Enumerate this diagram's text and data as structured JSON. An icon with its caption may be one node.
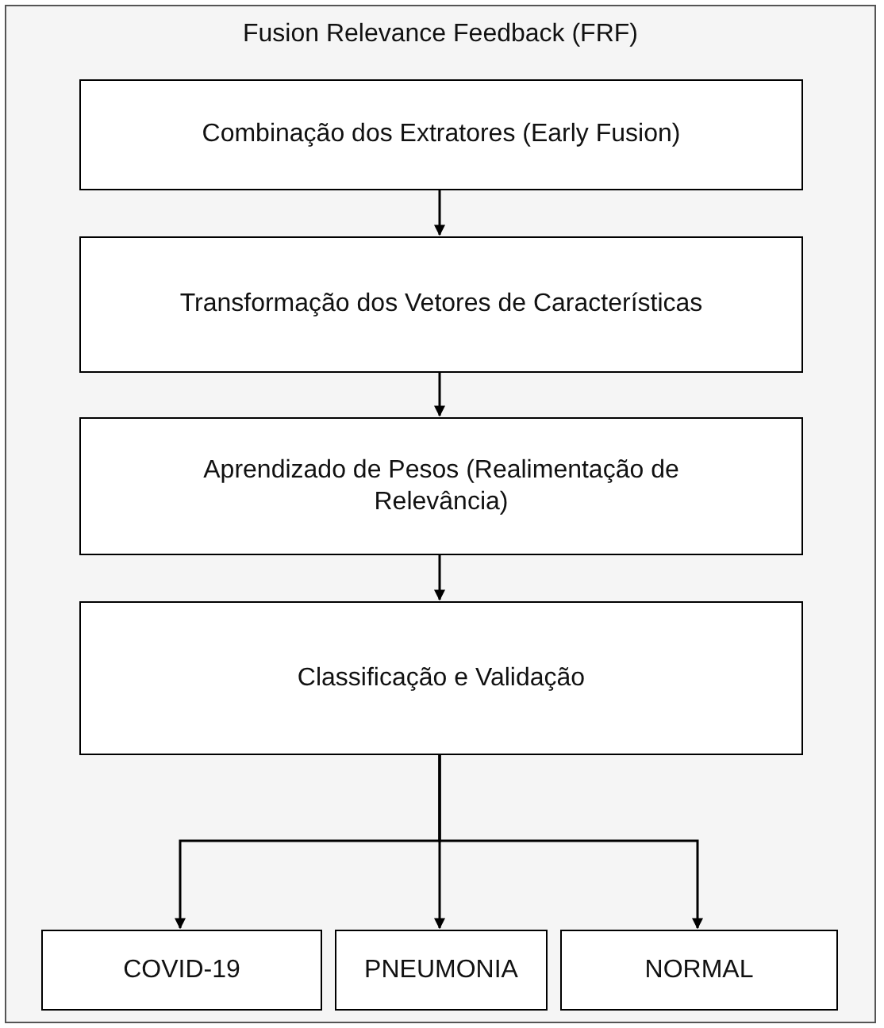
{
  "diagram": {
    "nodes": [
      {
        "text": [
          "Fusion Relevance Feedback (FRF)"
        ]
      },
      {
        "text": [
          "Combinação dos Extratores (Early Fusion)"
        ],
        "in": 0
      },
      {
        "text": [
          "Transformação dos Vetores de Características"
        ],
        "in": 0
      },
      {
        "text": [
          "Aprendizado de Pesos (Realimentação de Relevância)"
        ],
        "in": 0
      },
      {
        "text": [
          "Classificação e Validação"
        ],
        "in": 0
      },
      {
        "text": [
          "COVID-19"
        ],
        "in": 0
      },
      {
        "text": [
          "PNEUMONIA"
        ],
        "in": 0
      },
      {
        "text": [
          "NORMAL"
        ],
        "in": 0
      }
    ],
    "edges": [
      {
        "from": 1,
        "to": 2,
        "arrow": "to"
      },
      {
        "from": 2,
        "to": 3,
        "arrow": "to"
      },
      {
        "from": 3,
        "to": 4,
        "arrow": "to"
      },
      {
        "from": 4,
        "to": 5,
        "arrow": "to"
      },
      {
        "from": 4,
        "to": 6,
        "arrow": "to"
      },
      {
        "from": 4,
        "to": 7,
        "arrow": "to"
      }
    ]
  }
}
